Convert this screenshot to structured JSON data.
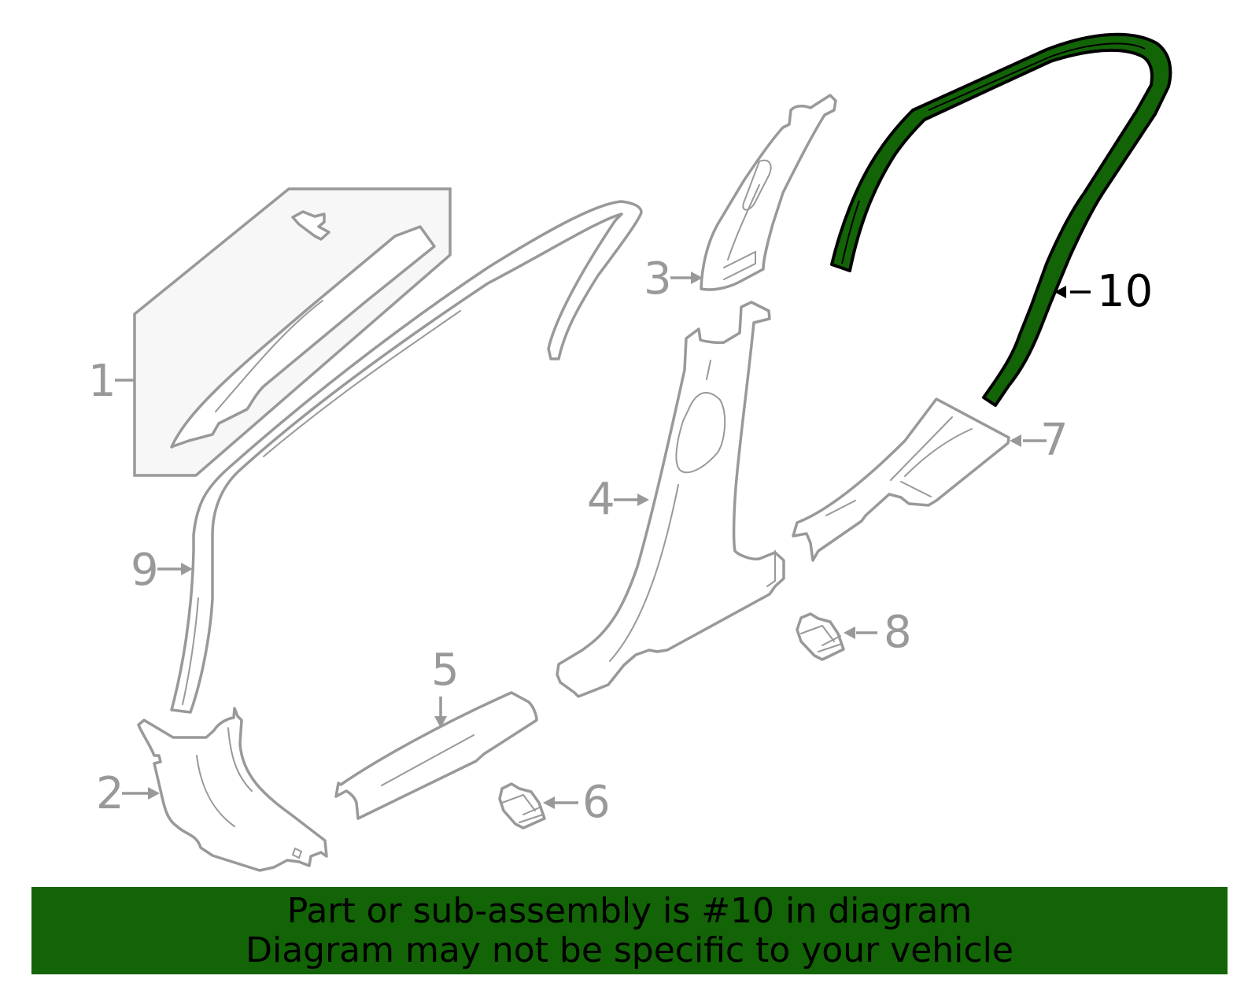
{
  "diagram": {
    "highlight_color": "#136307",
    "line_color": "#999999",
    "highlighted_part": "10",
    "callouts": [
      {
        "id": "1",
        "label": "1",
        "part": "trim-kit-inset"
      },
      {
        "id": "2",
        "label": "2",
        "part": "kick-panel"
      },
      {
        "id": "3",
        "label": "3",
        "part": "upper-pillar-trim"
      },
      {
        "id": "4",
        "label": "4",
        "part": "center-pillar-trim"
      },
      {
        "id": "5",
        "label": "5",
        "part": "front-sill-plate"
      },
      {
        "id": "6",
        "label": "6",
        "part": "clip-front"
      },
      {
        "id": "7",
        "label": "7",
        "part": "rear-sill-plate"
      },
      {
        "id": "8",
        "label": "8",
        "part": "clip-rear"
      },
      {
        "id": "9",
        "label": "9",
        "part": "front-door-weatherstrip"
      },
      {
        "id": "10",
        "label": "10",
        "part": "rear-door-weatherstrip"
      }
    ]
  },
  "banner": {
    "line1": "Part or sub-assembly is #10 in diagram",
    "line2": "Diagram may not be specific to your vehicle",
    "background": "#136307"
  }
}
